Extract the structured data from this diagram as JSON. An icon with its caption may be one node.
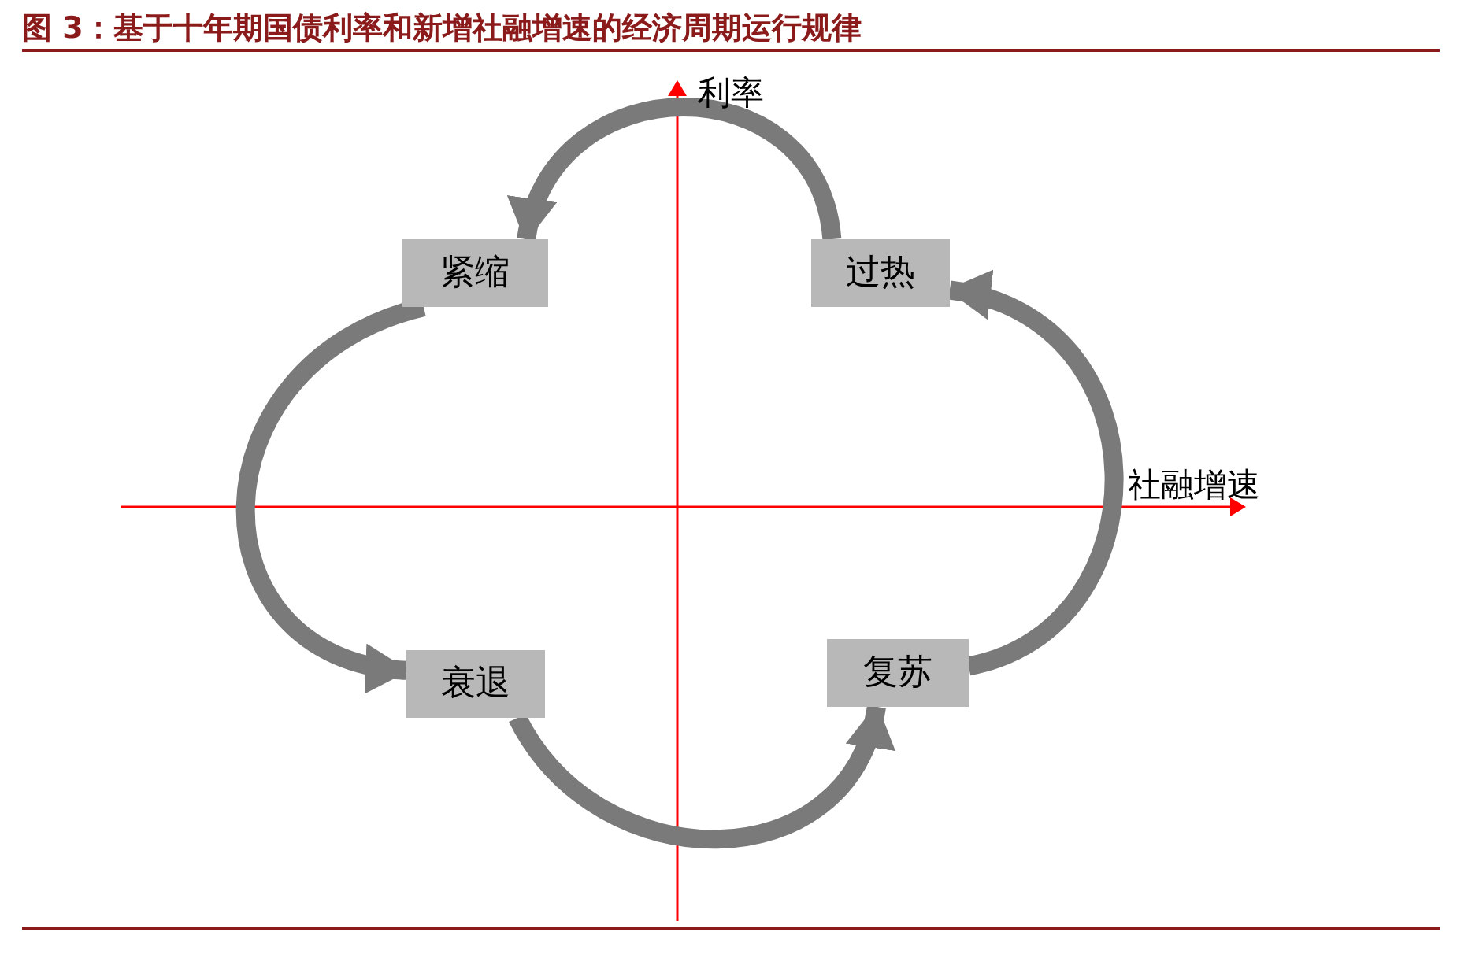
{
  "diagram": {
    "title": "图 3：基于十年期国债利率和新增社融增速的经济周期运行规律",
    "nodes": [
      {
        "text": [
          "紧缩"
        ]
      },
      {
        "text": [
          "过热"
        ]
      },
      {
        "text": [
          "衰退"
        ]
      },
      {
        "text": [
          "复苏"
        ]
      }
    ],
    "edges": [
      {
        "from": 1,
        "to": 0,
        "arrow": "to"
      },
      {
        "from": 0,
        "to": 2,
        "arrow": "to"
      },
      {
        "from": 2,
        "to": 3,
        "arrow": "to"
      },
      {
        "from": 3,
        "to": 1,
        "arrow": "to"
      }
    ],
    "labels": [
      "利率",
      "社融增速"
    ]
  }
}
